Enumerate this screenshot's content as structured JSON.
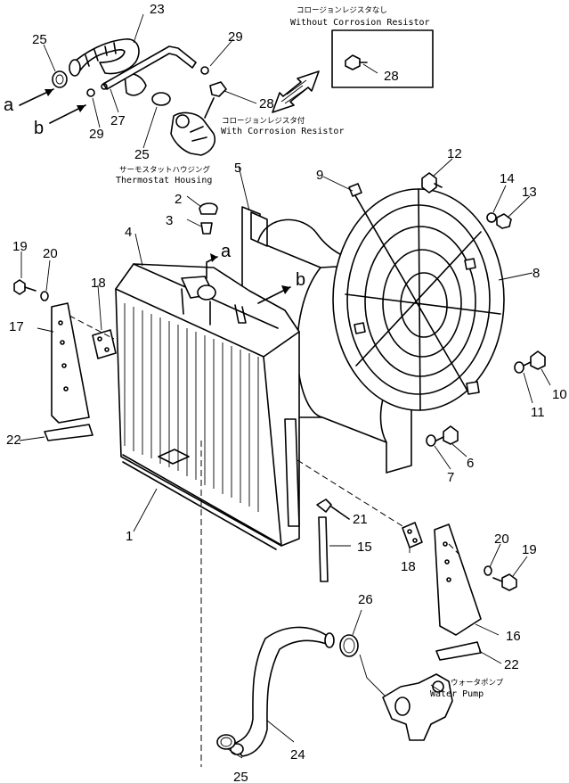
{
  "diagram": {
    "callouts": [
      "1",
      "2",
      "3",
      "4",
      "5",
      "6",
      "7",
      "8",
      "9",
      "10",
      "11",
      "12",
      "13",
      "14",
      "15",
      "16",
      "17",
      "18",
      "18",
      "19",
      "19",
      "20",
      "20",
      "21",
      "22",
      "22",
      "23",
      "24",
      "25",
      "25",
      "25",
      "26",
      "27",
      "28",
      "28",
      "29",
      "29"
    ],
    "letters": {
      "a_left": "a",
      "b_left": "b",
      "a_right": "a",
      "b_right": "b"
    },
    "labels": {
      "without_jp": "コロージョンレジスタなし",
      "without_en": "Without Corrosion Resistor",
      "with_jp": "コロージョンレジスタ付",
      "with_en": "With Corrosion Resistor",
      "thermo_jp": "サーモスタットハウジング",
      "thermo_en": "Thermostat Housing",
      "pump_jp": "ウォータポンプ",
      "pump_en": "Water Pump"
    }
  }
}
